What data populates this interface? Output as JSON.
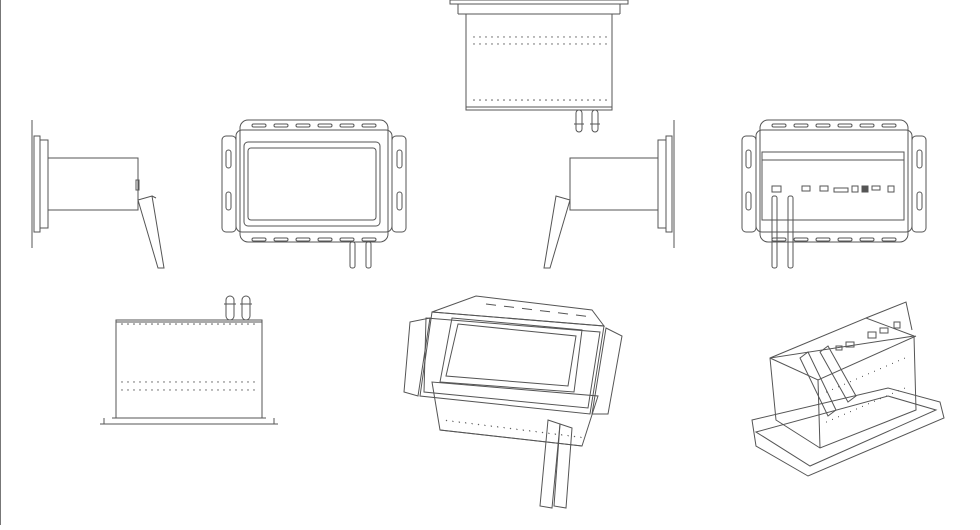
{
  "drawing": {
    "line_color": "#555555",
    "line_color_light": "#888888",
    "background": "#ffffff",
    "views": [
      {
        "id": "top-view",
        "icon": "enclosure-top-view-drawing"
      },
      {
        "id": "left-side-view",
        "icon": "enclosure-left-side-view-drawing"
      },
      {
        "id": "front-view",
        "icon": "enclosure-front-view-drawing"
      },
      {
        "id": "right-side-view",
        "icon": "enclosure-right-side-view-drawing"
      },
      {
        "id": "rear-io-view",
        "icon": "enclosure-rear-io-view-drawing"
      },
      {
        "id": "bottom-view",
        "icon": "enclosure-bottom-view-drawing"
      },
      {
        "id": "isometric-front-view",
        "icon": "enclosure-isometric-front-drawing"
      },
      {
        "id": "isometric-rear-view",
        "icon": "enclosure-isometric-rear-drawing"
      }
    ]
  }
}
